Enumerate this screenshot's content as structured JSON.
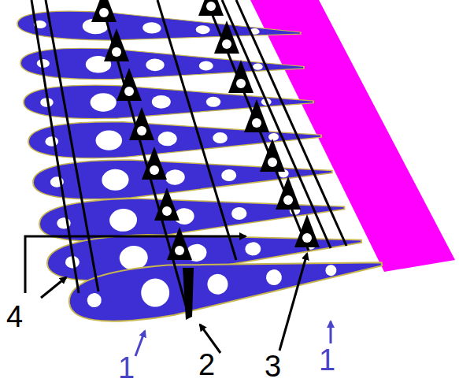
{
  "diagram": {
    "labels": [
      "4",
      "1",
      "2",
      "3",
      "1"
    ]
  }
}
